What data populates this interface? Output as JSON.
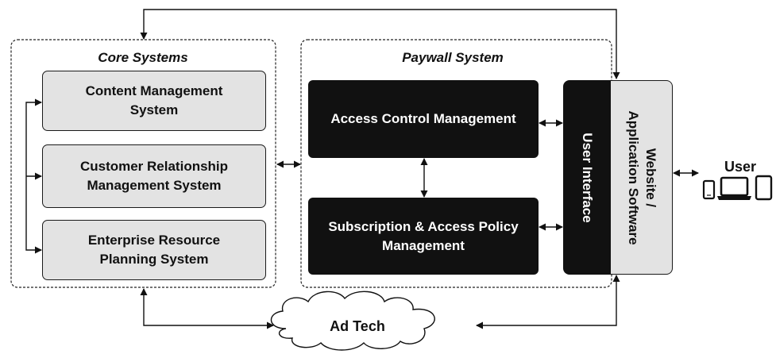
{
  "core": {
    "title": "Core Systems",
    "boxes": [
      {
        "label": "Content Management\nSystem"
      },
      {
        "label": "Customer Relationship\nManagement System"
      },
      {
        "label": "Enterprise Resource\nPlanning System"
      }
    ]
  },
  "paywall": {
    "title": "Paywall System",
    "access_control": "Access Control Management",
    "subscription": "Subscription & Access Policy\nManagement"
  },
  "user_interface": "User Interface",
  "website": "Website /\nApplication Software",
  "user": "User",
  "ad_tech": "Ad Tech",
  "colors": {
    "dark_box": "#111111",
    "light_box": "#e3e3e3",
    "line": "#111111"
  },
  "icons": [
    "smartphone-icon",
    "laptop-icon",
    "tablet-icon",
    "cloud-icon"
  ]
}
